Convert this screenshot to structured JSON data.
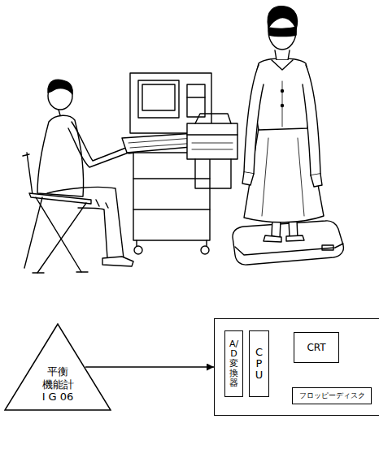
{
  "diagram": {
    "nodes": [
      {
        "text": [
          "平衡 機能計 I G 06"
        ]
      },
      {
        "text": []
      },
      {
        "text": [
          "A/D変換器"
        ],
        "in": 1
      },
      {
        "text": [
          "CPU"
        ],
        "in": 1
      },
      {
        "text": [
          "CRT"
        ],
        "in": 1
      },
      {
        "text": [
          "フロッピーディスク"
        ],
        "in": 1
      }
    ],
    "edges": [
      {
        "from": 0,
        "to": 1,
        "arrow": "to"
      }
    ]
  }
}
